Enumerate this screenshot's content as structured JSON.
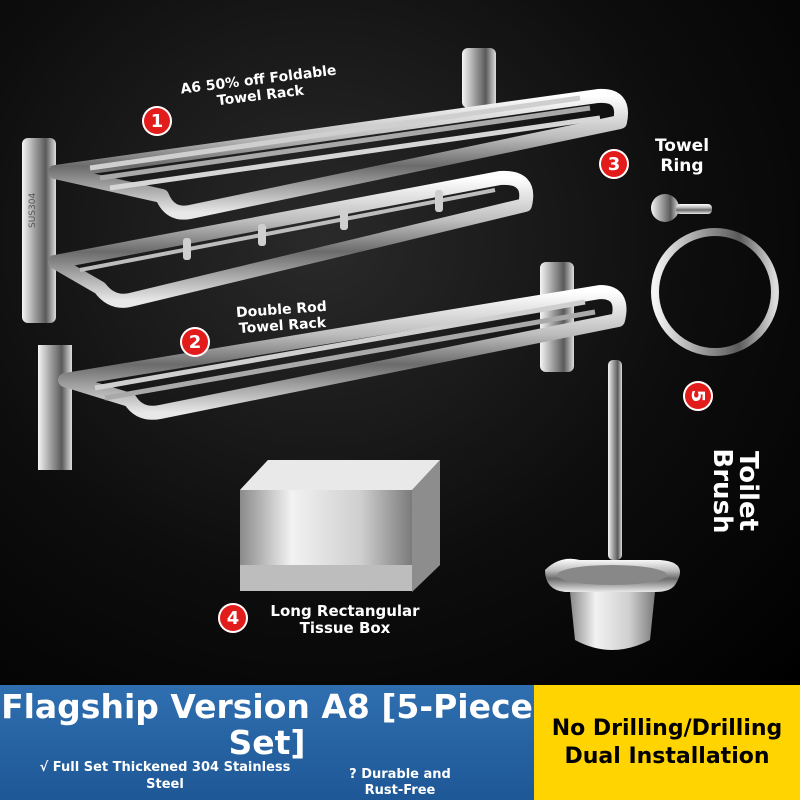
{
  "products": {
    "p1": {
      "number": "1",
      "label": "A6 50% off Foldable Towel Rack"
    },
    "p2": {
      "number": "2",
      "label": "Double Rod Towel Rack"
    },
    "p3": {
      "number": "3",
      "label": "Towel Ring"
    },
    "p4": {
      "number": "4",
      "label": "Long Rectangular Tissue Box"
    },
    "p5": {
      "number": "5",
      "label_line1": "Toilet",
      "label_line2": "Brush"
    }
  },
  "engraving": "SUS304",
  "banner": {
    "title": "Flagship Version A8 [5-Piece Set]",
    "feature_1": "√ Full Set Thickened 304 Stainless Steel",
    "feature_2": "? Durable and Rust-Free",
    "highlight": "No Drilling/Drilling Dual Installation"
  },
  "colors": {
    "badge": "#e21b1b",
    "banner_blue": "#1e5796",
    "banner_yellow": "#ffd400",
    "chrome": "#d9d9d9"
  }
}
